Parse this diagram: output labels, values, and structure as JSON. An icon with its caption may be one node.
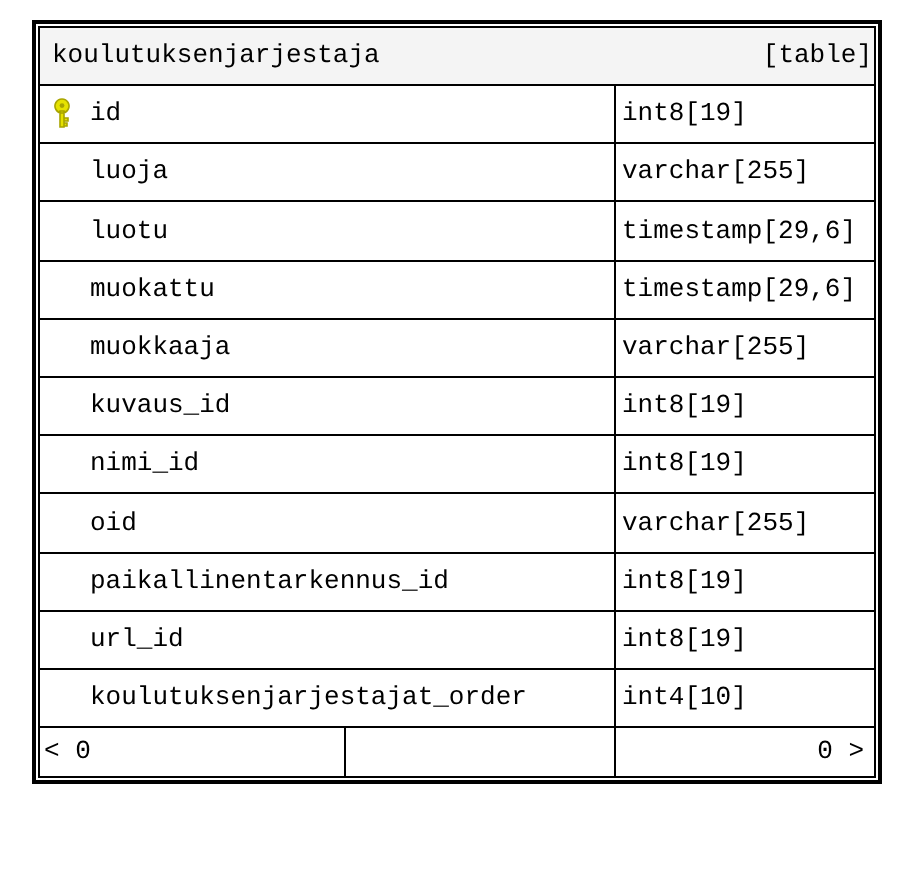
{
  "diagram": {
    "nodes": [
      {
        "text": [
          "koulutuksenjarjestaja",
          "[table]"
        ]
      }
    ],
    "labels": [
      "id",
      "int8[19]",
      "luoja",
      "varchar[255]",
      "luotu",
      "timestamp[29,6]",
      "muokattu",
      "timestamp[29,6]",
      "muokkaaja",
      "varchar[255]",
      "kuvaus_id",
      "int8[19]",
      "nimi_id",
      "int8[19]",
      "oid",
      "varchar[255]",
      "paikallinentarkennus_id",
      "int8[19]",
      "url_id",
      "int8[19]",
      "koulutuksenjarjestajat_order",
      "int4[10]",
      "< 0",
      "0 >"
    ]
  }
}
